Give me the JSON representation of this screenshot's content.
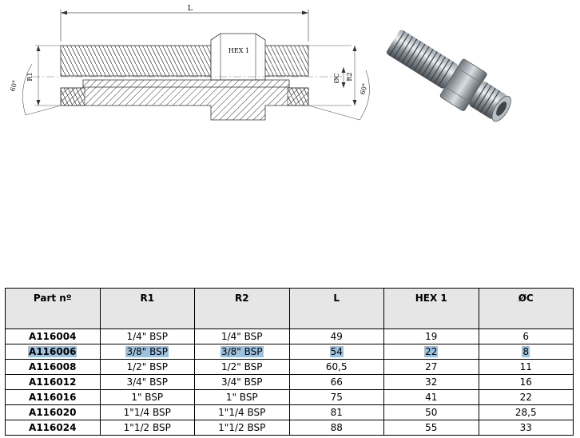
{
  "drawing": {
    "dim_L": "L",
    "hex_label": "HEX 1",
    "r1_label": "R1",
    "r2_label": "R2",
    "dia_c_label": "ØC",
    "angle_left": "60°",
    "angle_right": "60°"
  },
  "table": {
    "headers": [
      "Part nº",
      "R1",
      "R2",
      "L",
      "HEX 1",
      "ØC"
    ],
    "rows": [
      [
        "A116004",
        "1/4\" BSP",
        "1/4\" BSP",
        "49",
        "19",
        "6"
      ],
      [
        "A116006",
        "3/8\" BSP",
        "3/8\" BSP",
        "54",
        "22",
        "8"
      ],
      [
        "A116008",
        "1/2\" BSP",
        "1/2\" BSP",
        "60,5",
        "27",
        "11"
      ],
      [
        "A116012",
        "3/4\" BSP",
        "3/4\" BSP",
        "66",
        "32",
        "16"
      ],
      [
        "A116016",
        "1\" BSP",
        "1\" BSP",
        "75",
        "41",
        "22"
      ],
      [
        "A116020",
        "1\"1/4 BSP",
        "1\"1/4 BSP",
        "81",
        "50",
        "28,5"
      ],
      [
        "A116024",
        "1\"1/2 BSP",
        "1\"1/2 BSP",
        "88",
        "55",
        "33"
      ]
    ],
    "selected_row": 1
  }
}
